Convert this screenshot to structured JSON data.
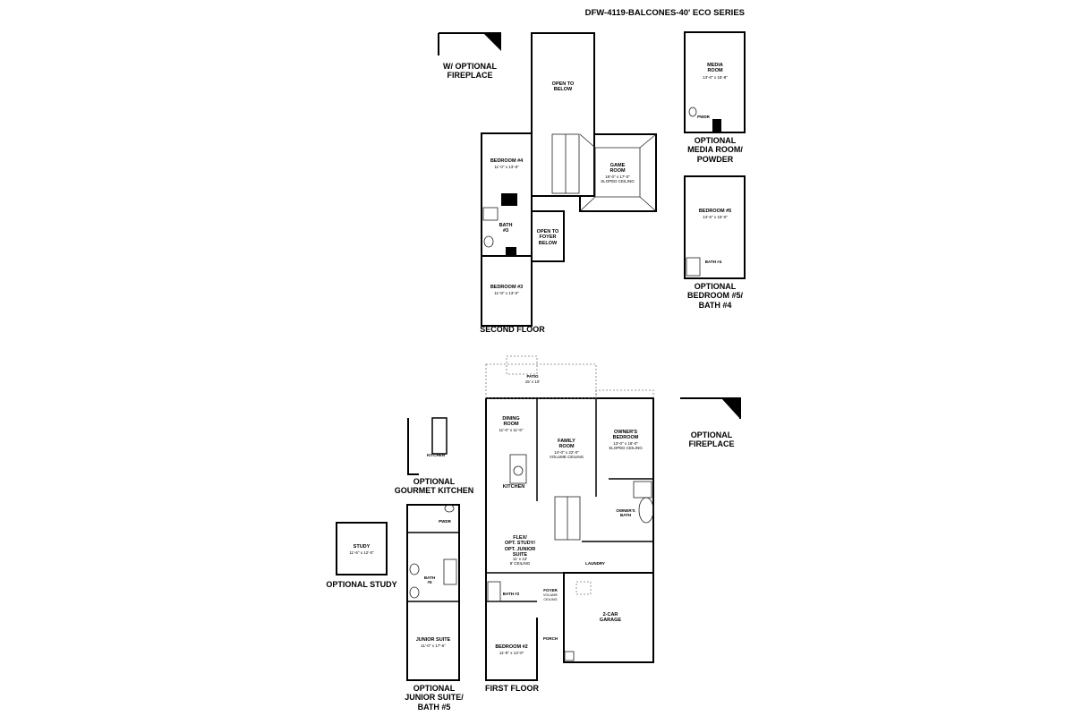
{
  "title": "DFW-4119-BALCONES-40' ECO SERIES",
  "captions": {
    "optional_fireplace_top": "W/ OPTIONAL\nFIREPLACE",
    "second_floor": "SECOND FLOOR",
    "optional_media_room": "OPTIONAL\nMEDIA ROOM/\nPOWDER",
    "optional_bedroom5": "OPTIONAL\nBEDROOM #5/\nBATH #4",
    "optional_fireplace_right": "OPTIONAL\nFIREPLACE",
    "optional_gourmet_kitchen": "OPTIONAL\nGOURMET KITCHEN",
    "optional_study": "OPTIONAL STUDY",
    "optional_junior_suite": "OPTIONAL\nJUNIOR SUITE/\nBATH #5",
    "first_floor": "FIRST FLOOR"
  },
  "rooms": {
    "open_to_below": "OPEN TO\nBELOW",
    "bedroom4": "BEDROOM #4",
    "bedroom4_dim": "11'-0\" x 13'-8\"",
    "game_room": "GAME\nROOM",
    "game_room_dim": "18'-0\" x 17'-0\"\nSLOPED CEILING",
    "bath3": "BATH\n#3",
    "open_to_foyer": "OPEN TO\nFOYER\nBELOW",
    "bedroom3": "BEDROOM #3",
    "bedroom3_dim": "11'-8\" x 13'-0\"",
    "media_room": "MEDIA\nROOM",
    "media_room_dim": "13'-0\" x 16'-8\"",
    "pwdr_media": "PWDR",
    "bedroom5": "BEDROOM #5",
    "bedroom5_dim": "13'-6\" x 15'-0\"",
    "bath4": "BATH #4",
    "patio": "PATIO",
    "patio_dim": "15' x 10'",
    "dining_room": "DINING\nROOM",
    "dining_dim": "11'-0\" x 11'-6\"",
    "family_room": "FAMILY\nROOM",
    "family_dim": "14'-0\" x 22'-0\"\nVOLUME CEILING",
    "owners_bedroom": "OWNER'S\nBEDROOM",
    "owners_dim": "13'-0\" x 18'-0\"\nSLOPED CEILING",
    "kitchen": "KITCHEN",
    "owners_bath": "OWNER'S\nBATH",
    "flex": "FLEX/\nOPT. STUDY/\nOPT. JUNIOR\nSUITE",
    "flex_dim": "11' x 13'\n9' CEILING",
    "laundry": "LAUNDRY",
    "bath2": "BATH #2",
    "foyer": "FOYER",
    "foyer_dim": "VOLUME\nCEILING",
    "garage": "2-CAR\nGARAGE",
    "porch": "PORCH",
    "bedroom2": "BEDROOM #2",
    "bedroom2_dim": "11'-8\" x 13'-0\"",
    "kitchen_opt": "KITCHEN",
    "study": "STUDY",
    "study_dim": "11'-6\" x 12'-0\"",
    "pwdr_junior": "PWDR",
    "bath5": "BATH\n#5",
    "junior_suite": "JUNIOR SUITE",
    "junior_dim": "11'-0\" x 17'-6\""
  },
  "colors": {
    "wall": "#000000",
    "line": "#222222",
    "dashed": "#777777",
    "background": "#ffffff"
  }
}
